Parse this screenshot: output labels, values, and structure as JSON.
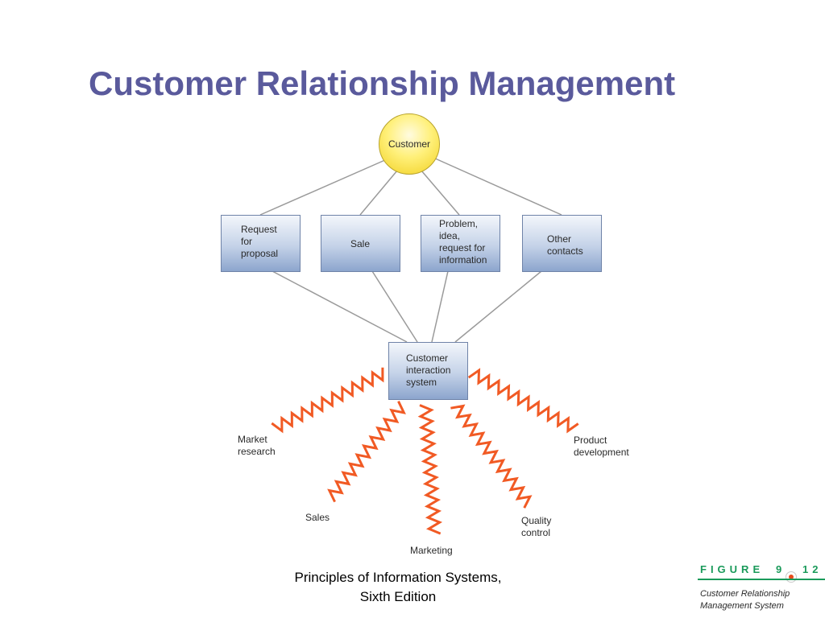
{
  "slide": {
    "title": "Customer Relationship Management",
    "footer_line1": "Principles of Information Systems,",
    "footer_line2": "Sixth Edition"
  },
  "diagram": {
    "customer": "Customer",
    "top_boxes": [
      {
        "lines": [
          "Request",
          "for",
          "proposal"
        ]
      },
      {
        "lines": [
          "Sale"
        ]
      },
      {
        "lines": [
          "Problem,",
          "idea,",
          "request for",
          "information"
        ]
      },
      {
        "lines": [
          "Other",
          "contacts"
        ]
      }
    ],
    "hub": {
      "lines": [
        "Customer",
        "interaction",
        "system"
      ]
    },
    "outputs": [
      {
        "lines": [
          "Market",
          "research"
        ]
      },
      {
        "lines": [
          "Sales"
        ]
      },
      {
        "lines": [
          "Marketing"
        ]
      },
      {
        "lines": [
          "Quality",
          "control"
        ]
      },
      {
        "lines": [
          "Product",
          "development"
        ]
      }
    ]
  },
  "figure": {
    "label": "FIGURE",
    "chapter": "9",
    "number": "12",
    "caption_line1": "Customer Relationship",
    "caption_line2": "Management System"
  },
  "colors": {
    "title": "#5a5a9c",
    "customer_fill": "#fff07a",
    "box_fill": "#c4d2e8",
    "connector": "#9a9a9a",
    "bolt": "#f15a24",
    "figure_green": "#1a9a5a"
  }
}
